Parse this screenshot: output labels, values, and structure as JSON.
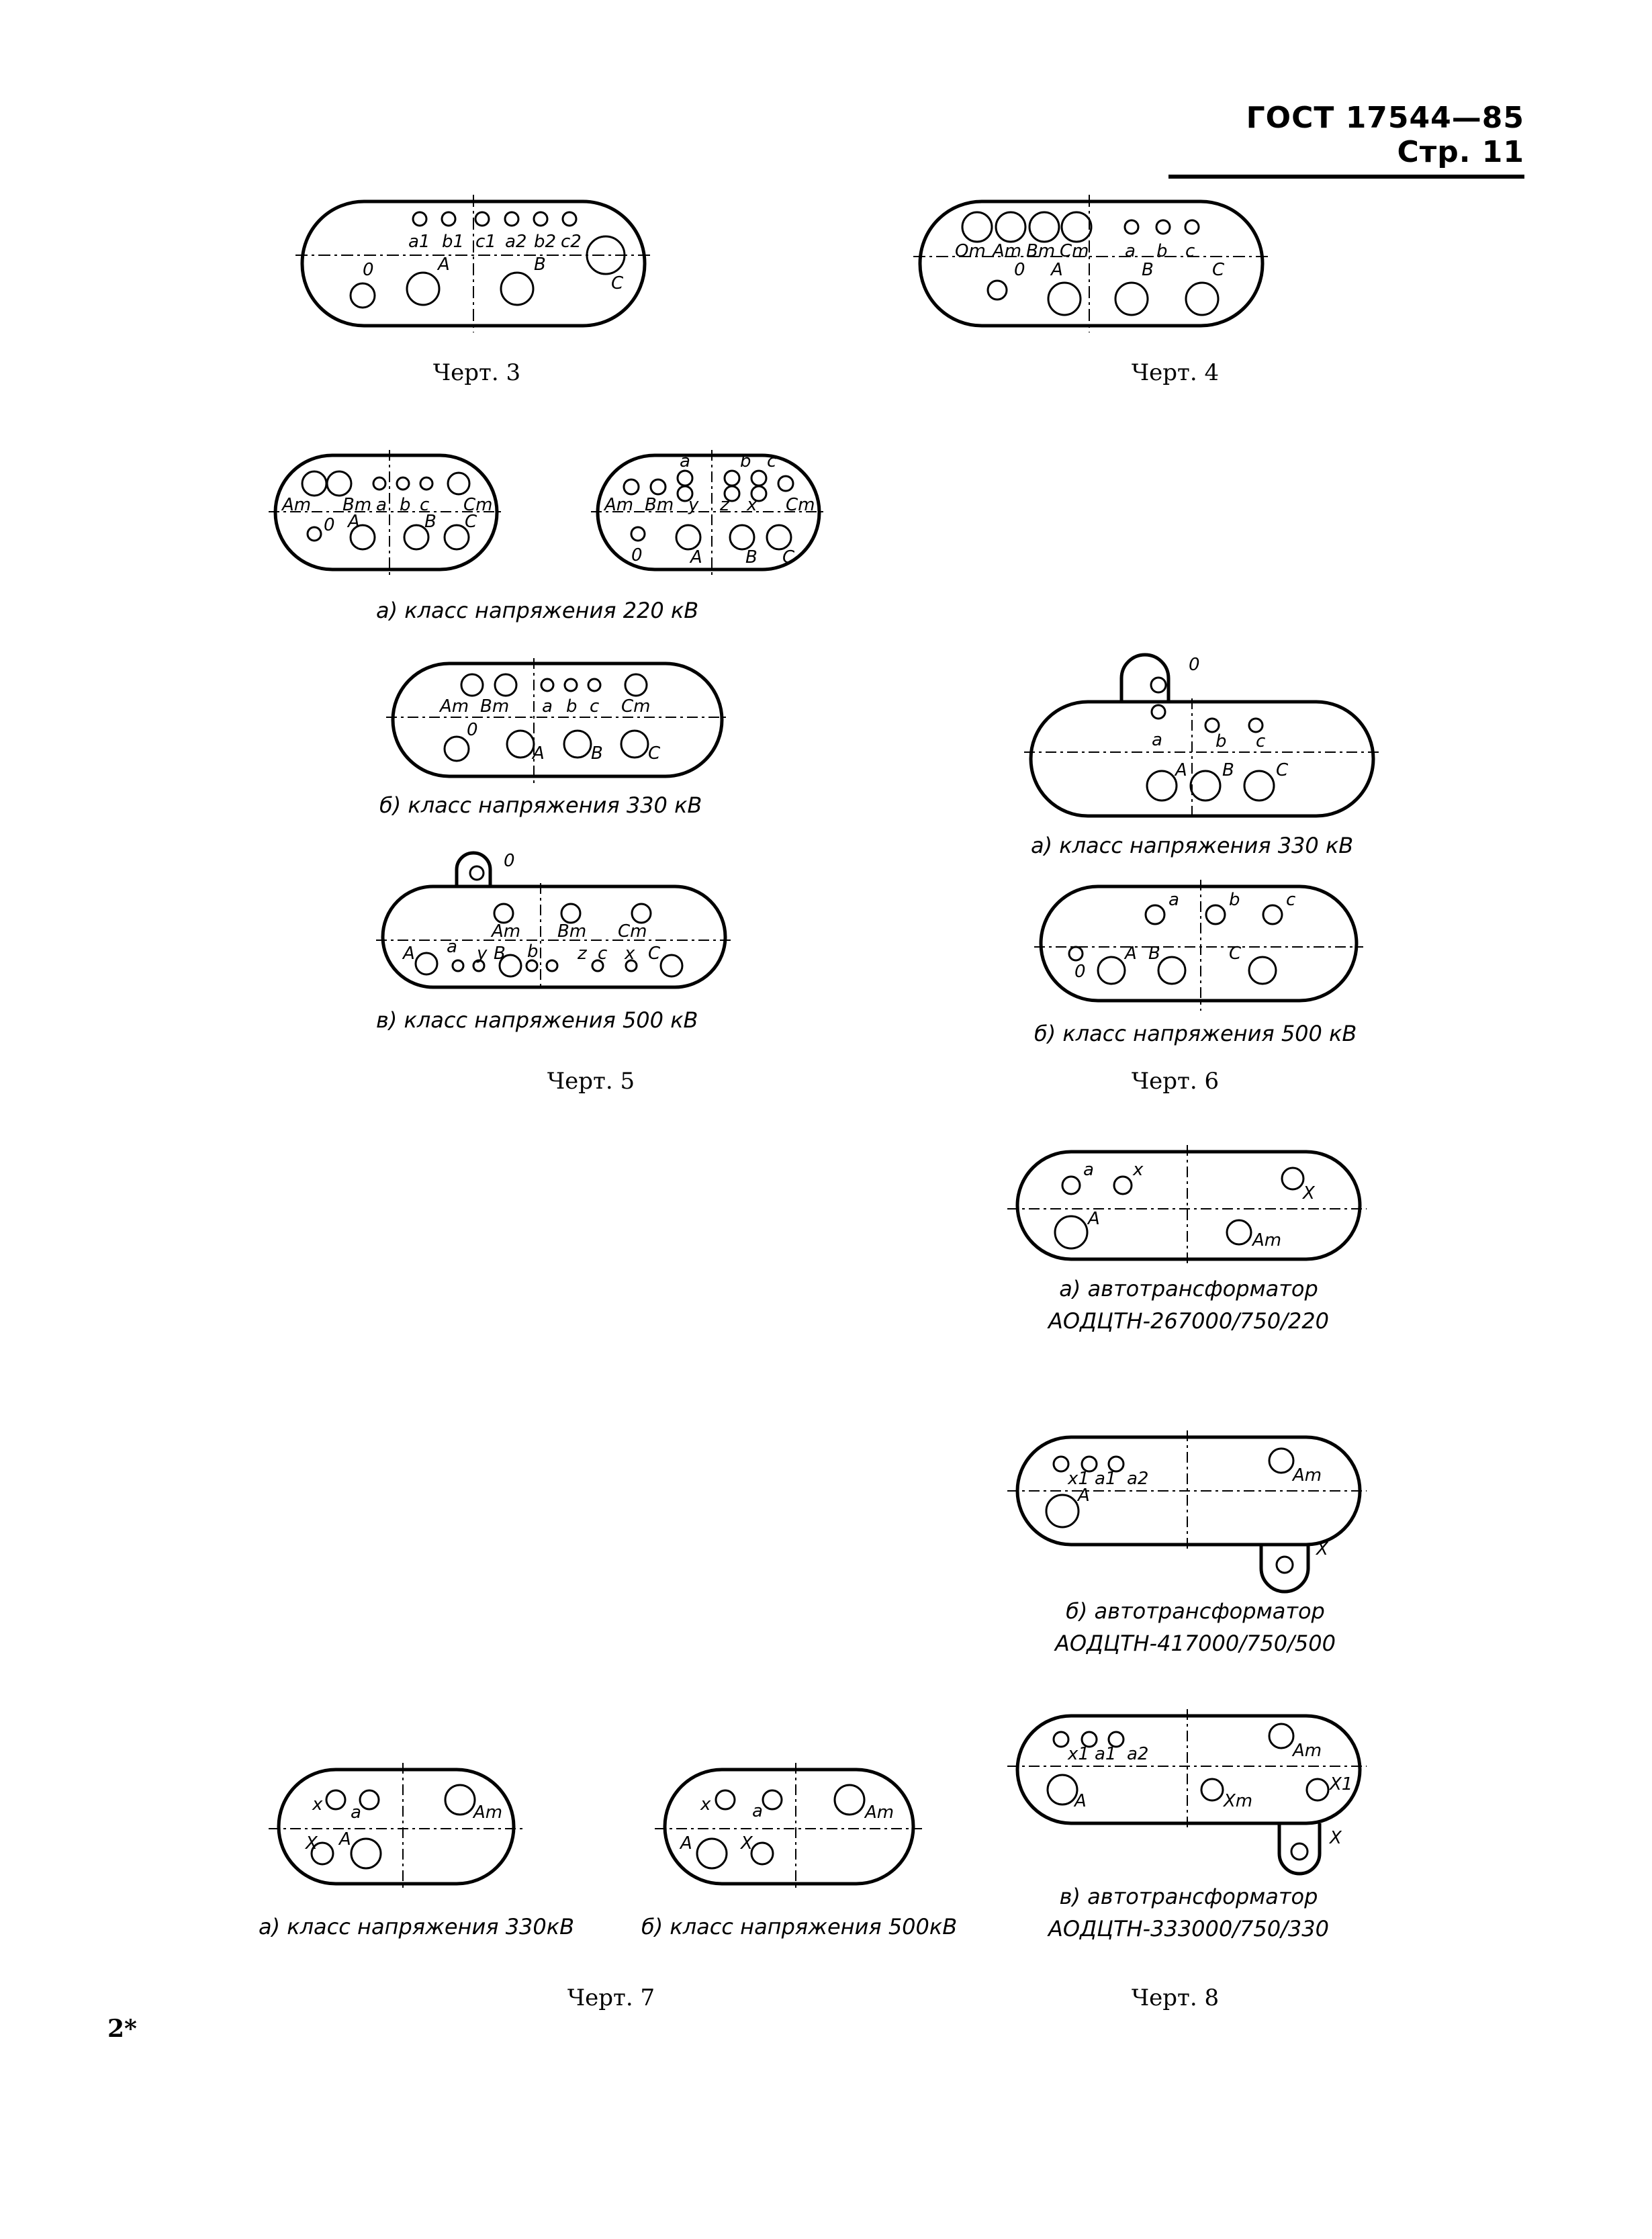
{
  "header": {
    "title": "ГОСТ 17544—85 Стр. 11"
  },
  "captions": {
    "fig3": "Черт. 3",
    "fig4": "Черт. 4",
    "fig5": "Черт. 5",
    "fig6": "Черт. 6",
    "fig7": "Черт. 7",
    "fig8": "Черт. 8"
  },
  "subcaptions": {
    "fig5a": "а) класс напряжения 220 кВ",
    "fig5b": "б) класс напряжения 330 кВ",
    "fig5v": "в) класс напряжения 500 кВ",
    "fig6a": "а) класс напряжения 330 кВ",
    "fig6b": "б) класс напряжения 500 кВ",
    "fig7a": "а) класс напряжения 330кВ",
    "fig7b": "б) класс напряжения 500кВ",
    "fig8a_1": "а) автотрансформатор",
    "fig8a_2": "АОДЦТН-267000/750/220",
    "fig8b_1": "б) автотрансформатор",
    "fig8b_2": "АОДЦТН-417000/750/500",
    "fig8v_1": "в) автотрансформатор",
    "fig8v_2": "АОДЦТН-333000/750/330"
  },
  "labels": {
    "a1": "a1",
    "b1": "b1",
    "c1": "c1",
    "a2": "a2",
    "b2": "b2",
    "c2": "c2",
    "O": "0",
    "A": "A",
    "B": "B",
    "C": "C",
    "Om": "Om",
    "Am": "Am",
    "Bm": "Bm",
    "Cm": "Cm",
    "a": "a",
    "b": "b",
    "c": "c",
    "x": "x",
    "y": "y",
    "z": "z",
    "X": "X",
    "Xm": "Xm",
    "X1": "X1",
    "x1": "x1"
  },
  "page": {
    "number": "2*"
  }
}
